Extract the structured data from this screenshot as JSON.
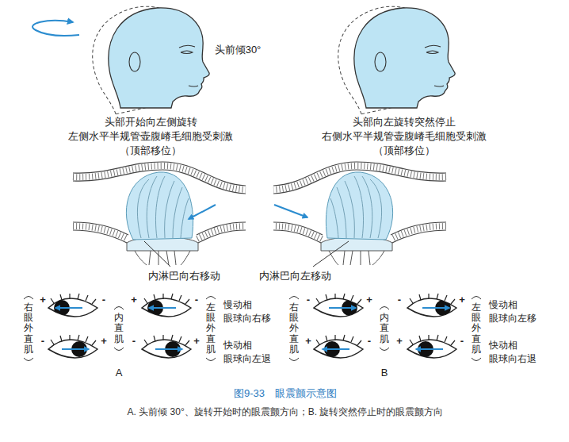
{
  "diagram": {
    "caption": "图9-33　眼震颤示意图",
    "labels": [
      "头前倾30°",
      "头部开始向左侧旋转",
      "左侧水平半规管壶腹嵴毛细胞受刺激",
      "（顶部移位）",
      "头部向左旋转突然停止",
      "右侧水平半规管壶腹嵴毛细胞受刺激",
      "（顶部移位）",
      "内淋巴向右移动",
      "内淋巴向左移动",
      "右眼外直肌",
      "内直肌",
      "左眼外直肌",
      "慢动相",
      "眼球向右移",
      "快动相",
      "眼球向左退",
      "A",
      "右眼外直肌",
      "内直肌",
      "左眼外直肌",
      "慢动相",
      "眼球向左移",
      "快动相",
      "眼球向右退",
      "B",
      "+",
      "-",
      "+",
      "-",
      "-",
      "+",
      "-",
      "+",
      "-",
      "+",
      "-",
      "+",
      "+",
      "-",
      "+",
      "-",
      "A. 头前倾 30°、旋转开始时的眼震颤方向；B. 旋转突然停止时的眼震颤方向"
    ]
  }
}
